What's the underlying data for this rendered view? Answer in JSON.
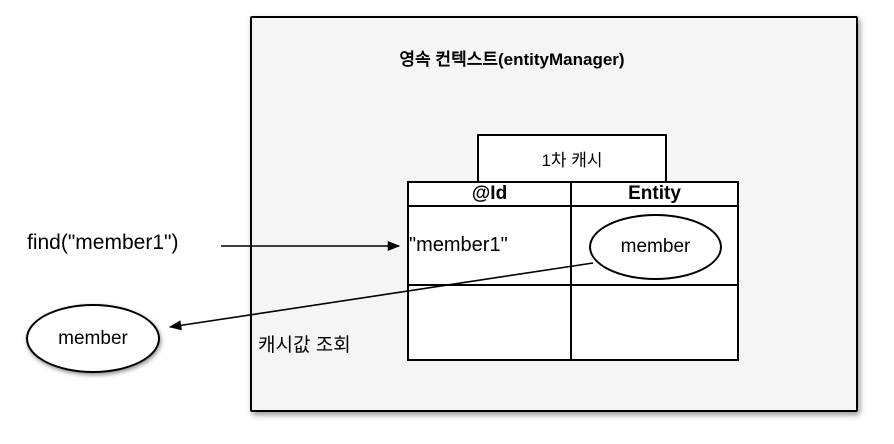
{
  "diagram": {
    "title": "영속 컨텍스트(entityManager)",
    "cache_label": "1차 캐시",
    "table": {
      "headers": [
        "@Id",
        "Entity"
      ],
      "rows": [
        {
          "id": "\"member1\"",
          "entity": "member"
        },
        {
          "id": "",
          "entity": ""
        }
      ]
    },
    "find_label": "find(\"member1\")",
    "result_entity": "member",
    "lookup_label": "캐시값 조회",
    "colors": {
      "line": "#000000",
      "context_box_fill": "#f5f5f6",
      "cell_fill": "#ffffff",
      "background": "#ffffff"
    }
  }
}
